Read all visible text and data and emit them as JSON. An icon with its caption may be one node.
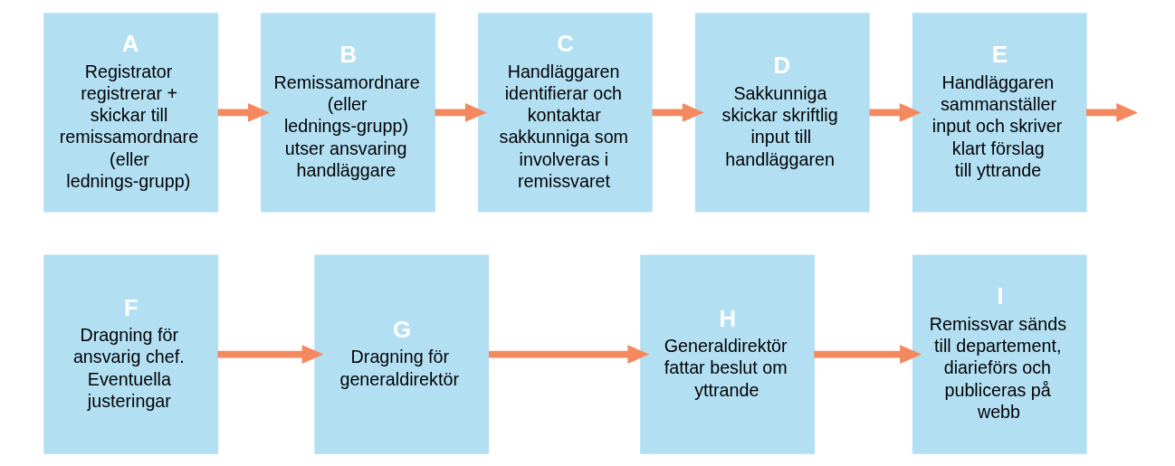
{
  "diagram": {
    "nodes": [
      {
        "text": [
          "A",
          "Registrator registrerar + skickar till remissamordnare (eller lednings-grupp)"
        ]
      },
      {
        "text": [
          "B",
          "Remissamordnare (eller lednings-grupp) utser ansvaring handläggare"
        ]
      },
      {
        "text": [
          "C",
          "Handläggaren identifierar och kontaktar sakkunniga som involveras i remissvaret"
        ]
      },
      {
        "text": [
          "D",
          "Sakkunniga skickar skriftlig input till handläggaren"
        ]
      },
      {
        "text": [
          "E",
          "Handläggaren sammanställer input och skriver klart förslag till yttrande"
        ]
      },
      {
        "text": [
          "F",
          "Dragning för ansvarig chef. Eventuella justeringar"
        ]
      },
      {
        "text": [
          "G",
          "Dragning för generaldirektör"
        ]
      },
      {
        "text": [
          "H",
          "Generaldirektör fattar beslut om yttrande"
        ]
      },
      {
        "text": [
          "I",
          "Remissvar sänds till departement, diarieförs och publiceras på webb"
        ]
      }
    ],
    "edges": [
      {
        "from": 0,
        "to": 1,
        "arrow": "to"
      },
      {
        "from": 1,
        "to": 2,
        "arrow": "to"
      },
      {
        "from": 2,
        "to": 3,
        "arrow": "to"
      },
      {
        "from": 3,
        "to": 4,
        "arrow": "to"
      },
      {
        "from": 4,
        "to": null,
        "arrow": "to"
      },
      {
        "from": 5,
        "to": 6,
        "arrow": "to"
      },
      {
        "from": 6,
        "to": 7,
        "arrow": "to"
      },
      {
        "from": 7,
        "to": 8,
        "arrow": "to"
      }
    ]
  }
}
